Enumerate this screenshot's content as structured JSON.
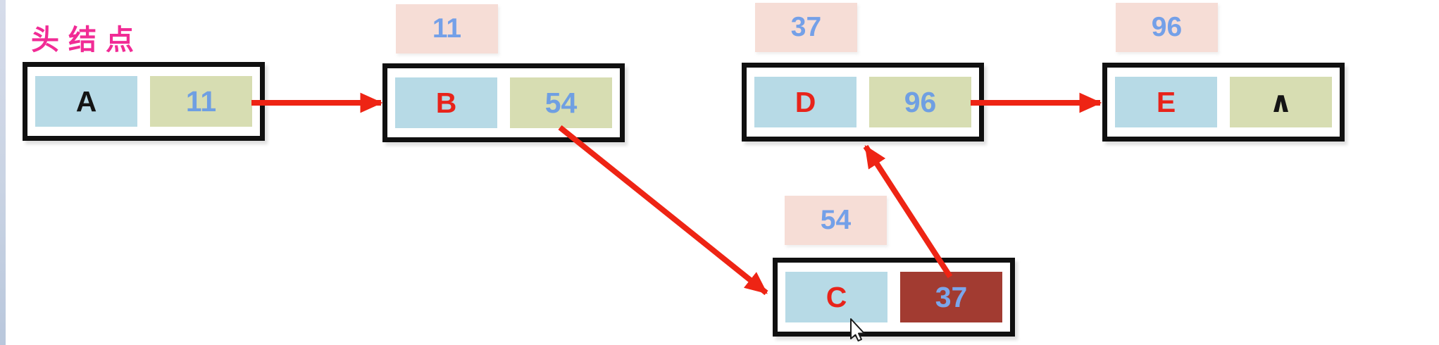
{
  "diagram": {
    "type": "singly-linked-list",
    "head_label": {
      "text": "头结点",
      "color": "#f12b95"
    },
    "colors": {
      "data_cell_bg": "#b7dae6",
      "cursor_cell_bg": "#d7ddb2",
      "highlight_cell_bg": "#a23b31",
      "address_label_bg": "#f6ddd6",
      "address_label_text": "#74a0e8",
      "cursor_value_text": "#6f9fe2",
      "highlight_value_text": "#7ba6ea",
      "node_letter_red": "#e8231a",
      "node_letter_black": "#141414",
      "arrow_red": "#ee2414",
      "box_border": "#101010",
      "left_strip": "#c9d3e3"
    },
    "nodes": [
      {
        "id": "A",
        "data": "A",
        "next": "11",
        "address": "",
        "data_color": "#141414",
        "next_color": "#6f9fe2",
        "data_bg": "#b7dae6",
        "next_bg": "#d7ddb2",
        "is_head": true
      },
      {
        "id": "B",
        "data": "B",
        "next": "54",
        "address": "11",
        "data_color": "#e8231a",
        "next_color": "#6f9fe2",
        "data_bg": "#b7dae6",
        "next_bg": "#d7ddb2",
        "is_head": false
      },
      {
        "id": "C",
        "data": "C",
        "next": "37",
        "address": "54",
        "data_color": "#e8231a",
        "next_color": "#7ba6ea",
        "data_bg": "#b7dae6",
        "next_bg": "#a23b31",
        "is_head": false
      },
      {
        "id": "D",
        "data": "D",
        "next": "96",
        "address": "37",
        "data_color": "#e8231a",
        "next_color": "#6f9fe2",
        "data_bg": "#b7dae6",
        "next_bg": "#d7ddb2",
        "is_head": false
      },
      {
        "id": "E",
        "data": "E",
        "next": "∧",
        "address": "96",
        "data_color": "#e8231a",
        "next_color": "#141414",
        "data_bg": "#b7dae6",
        "next_bg": "#d7ddb2",
        "is_head": false
      }
    ],
    "links": [
      {
        "from": "A",
        "to": "B"
      },
      {
        "from": "B",
        "to": "C"
      },
      {
        "from": "C",
        "to": "D"
      },
      {
        "from": "D",
        "to": "E"
      }
    ]
  }
}
